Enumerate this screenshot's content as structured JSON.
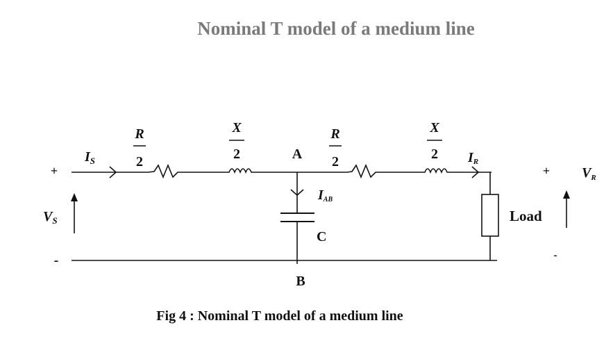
{
  "title": "Nominal T model of a medium line",
  "caption": "Fig 4 : Nominal T model of a medium line",
  "labels": {
    "plus_left": "+",
    "minus_left": "-",
    "vs": "V",
    "vs_sub": "S",
    "is": "I",
    "is_sub": "S",
    "r_num": "R",
    "den": "2",
    "x_num": "X",
    "node_a": "A",
    "node_b": "B",
    "iab": "I",
    "iab_sub": "AB",
    "cap": "C",
    "ir": "I",
    "ir_sub": "R",
    "load": "Load",
    "plus_right": "+",
    "minus_right": "-",
    "vr": "V",
    "vr_sub": "R"
  }
}
